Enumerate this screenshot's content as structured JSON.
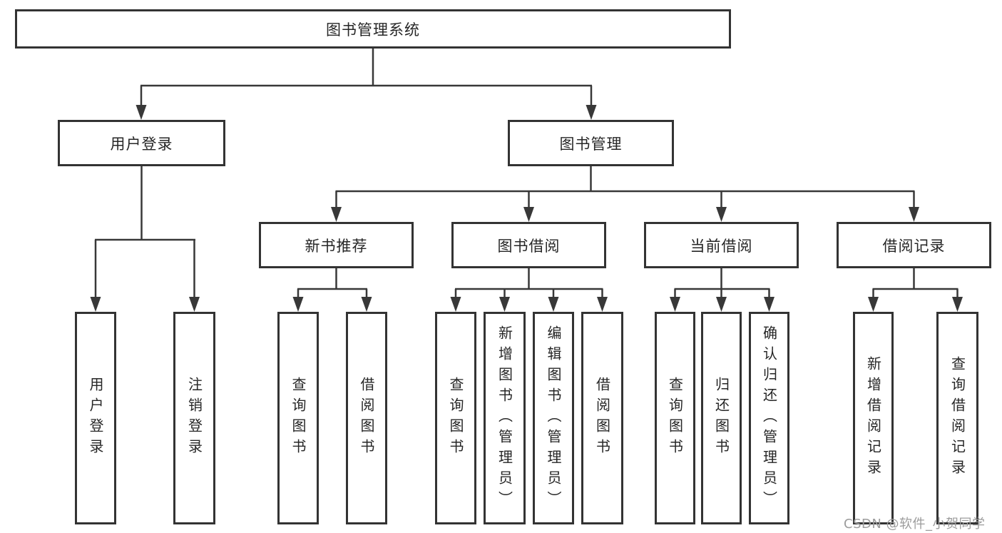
{
  "diagram": {
    "root": {
      "label": "图书管理系统"
    },
    "level2": [
      {
        "id": "user-login",
        "label": "用户登录"
      },
      {
        "id": "book-management",
        "label": "图书管理"
      }
    ],
    "level3": [
      {
        "id": "new-book-recommend",
        "label": "新书推荐"
      },
      {
        "id": "book-borrowing",
        "label": "图书借阅"
      },
      {
        "id": "current-borrowing",
        "label": "当前借阅"
      },
      {
        "id": "borrowing-records",
        "label": "借阅记录"
      }
    ],
    "leaves": {
      "user_login": [
        {
          "label": "用户登录"
        },
        {
          "label": "注销登录"
        }
      ],
      "new_book_recommend": [
        {
          "label": "查询图书"
        },
        {
          "label": "借阅图书"
        }
      ],
      "book_borrowing": [
        {
          "label": "查询图书"
        },
        {
          "label": "新增图书（管理员）"
        },
        {
          "label": "编辑图书（管理员）"
        },
        {
          "label": "借阅图书"
        }
      ],
      "current_borrowing": [
        {
          "label": "查询图书"
        },
        {
          "label": "归还图书"
        },
        {
          "label": "确认归还（管理员）"
        }
      ],
      "borrowing_records": [
        {
          "label": "新增借阅记录"
        },
        {
          "label": "查询借阅记录"
        }
      ]
    },
    "watermark": "CSDN @软件_小贺同学",
    "colors": {
      "line": "#383838",
      "box_border": "#333333",
      "text": "#262626",
      "watermark": "#9c9c9c",
      "background": "#ffffff"
    }
  }
}
